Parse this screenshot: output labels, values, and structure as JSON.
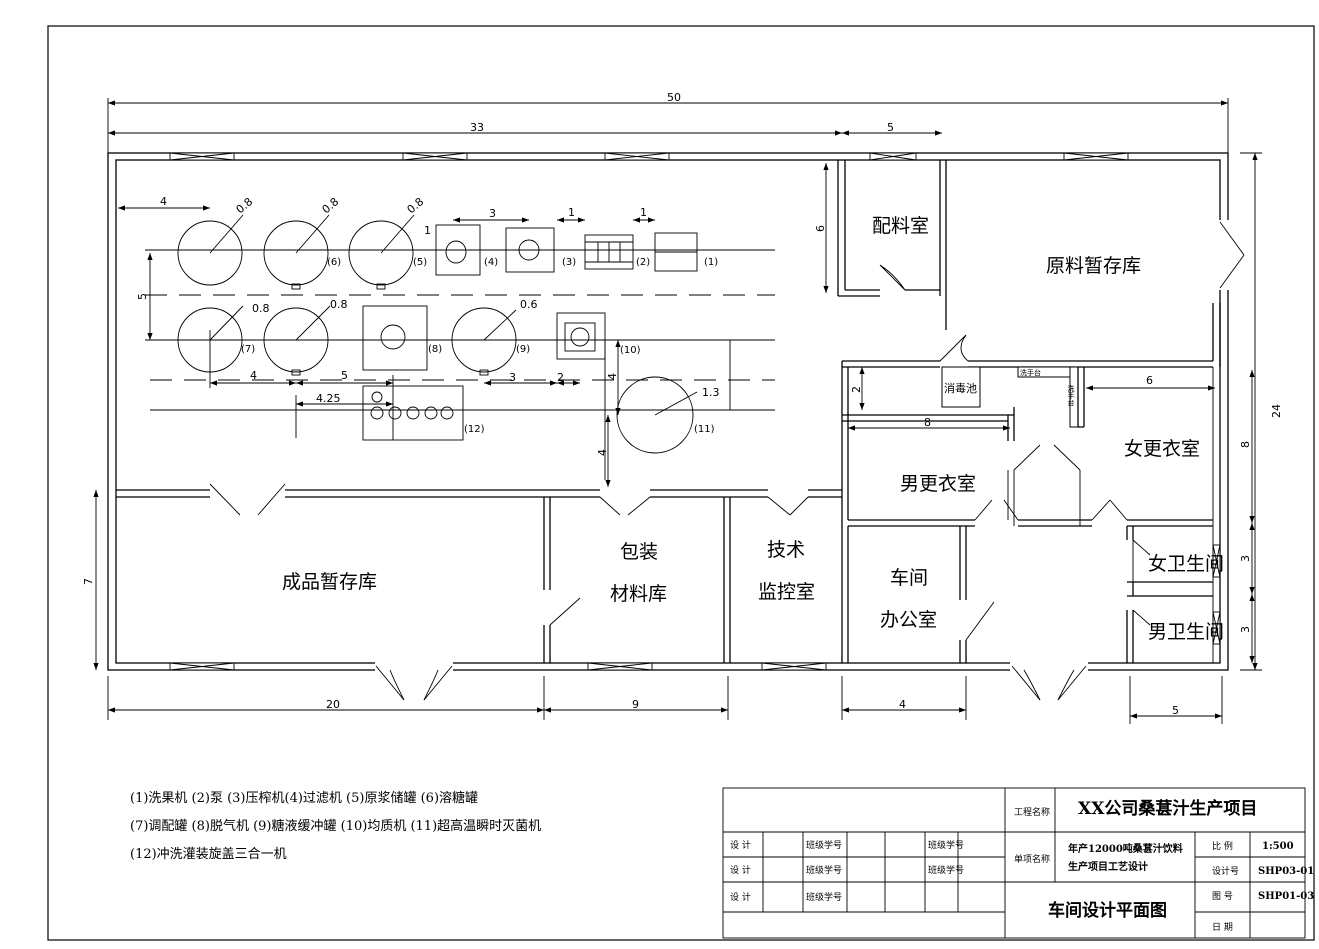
{
  "dimensions": {
    "total_length": "50",
    "left_length": "33",
    "right_length": "5",
    "total_width": "24",
    "bottom_left": "20",
    "bottom_mid": "9",
    "bottom_office": "4",
    "bottom_right": "5",
    "left_storage": "7",
    "peiliao_depth": "6",
    "corridor": "2",
    "male_locker": "8",
    "female_locker_w": "6",
    "female_locker_h": "8",
    "toilet_h1": "3",
    "toilet_h2": "3",
    "equip_4": "4",
    "equip_5": "5",
    "equip_3": "3",
    "equip_1": "1",
    "equip_dia_08": "0.8",
    "equip_dia_06": "0.6",
    "equip_dia_13": "1.3",
    "equip_4b": "4",
    "equip_5b": "5",
    "equip_3b": "3",
    "equip_2": "2",
    "equip_4c": "4",
    "equip_425": "4.25"
  },
  "rooms": {
    "peiliao": "配料室",
    "yuanliao": "原料暂存库",
    "xiaodu": "消毒池",
    "xishou1": "洗手台",
    "xishou2": "洗手台",
    "nangengyi": "男更衣室",
    "nvgengyi": "女更衣室",
    "chengpin": "成品暂存库",
    "baozhuang_1": "包装",
    "baozhuang_2": "材料库",
    "jishu_1": "技术",
    "jishu_2": "监控室",
    "chejian_1": "车间",
    "chejian_2": "办公室",
    "nvws": "女卫生间",
    "nanws": "男卫生间"
  },
  "equipment_tags": [
    "(1)",
    "(2)",
    "(3)",
    "(4)",
    "(5)",
    "(6)",
    "(7)",
    "(8)",
    "(9)",
    "(10)",
    "(11)",
    "(12)"
  ],
  "legend": {
    "line1": "(1)洗果机  (2)泵  (3)压榨机(4)过滤机  (5)原浆储罐  (6)溶糖罐",
    "line2": "(7)调配罐  (8)脱气机  (9)糖液缓冲罐  (10)均质机  (11)超高温瞬时灭菌机",
    "line3": "(12)冲洗灌装旋盖三合一机"
  },
  "title_block": {
    "project_label": "工程名称",
    "project_name": "XX公司桑葚汁生产项目",
    "item_label": "单项名称",
    "item_name_1": "年产12000吨桑葚汁饮料",
    "item_name_2": "生产项目工艺设计",
    "drawing_name": "车间设计平面图",
    "design_1": "设 计",
    "design_2": "设 计",
    "design_3": "设 计",
    "class_1": "班级学号",
    "class_2": "班级学号",
    "class_3": "班级学号",
    "class_4": "班级学号",
    "class_5": "班级学号",
    "scale_label": "比 例",
    "scale": "1:500",
    "design_no_label": "设计号",
    "design_no": "SHP03-01",
    "drawing_no_label": "图 号",
    "drawing_no": "SHP01-03",
    "date_label": "日 期"
  }
}
